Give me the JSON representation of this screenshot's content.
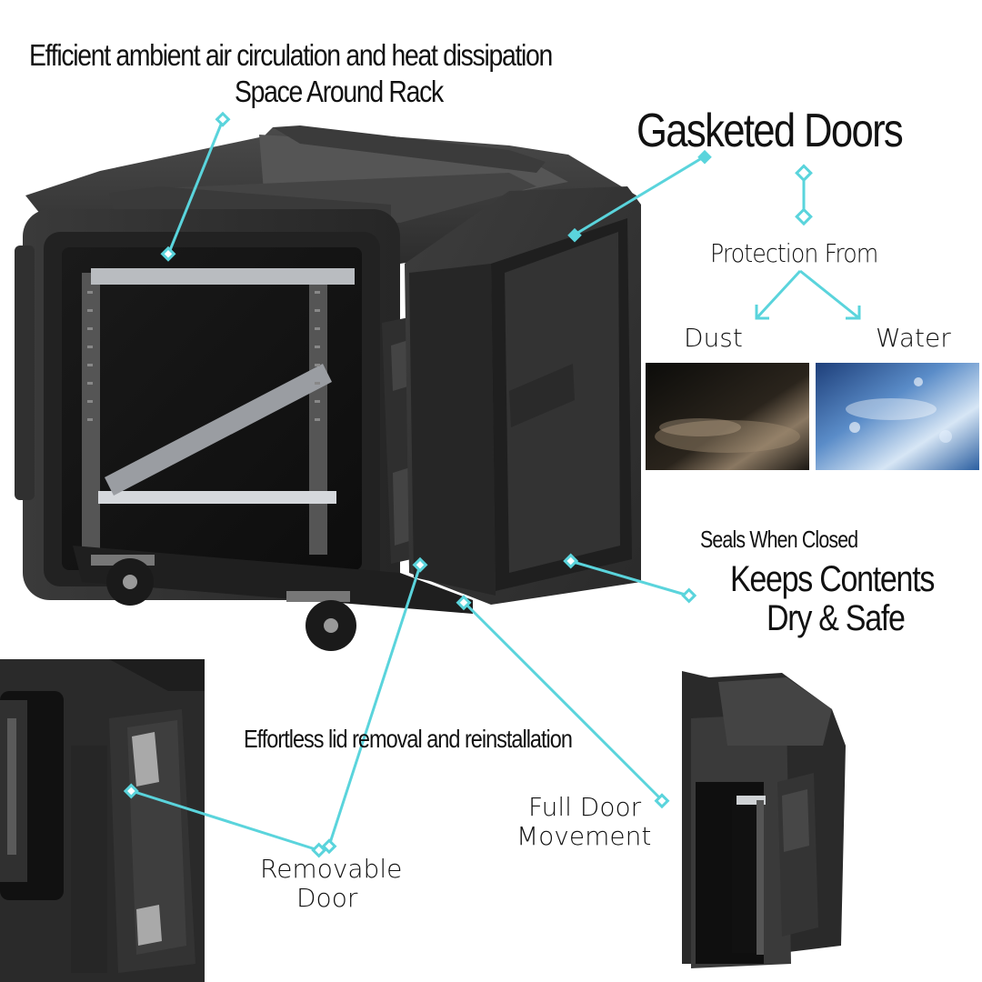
{
  "headline_top": {
    "line1": "Efficient ambient air circulation and heat dissipation",
    "line2": "Space Around Rack"
  },
  "gasket": {
    "title": "Gasketed Doors",
    "protection_label": "Protection From",
    "dust_label": "Dust",
    "water_label": "Water"
  },
  "seal": {
    "small": "Seals When Closed",
    "big_line1": "Keeps Contents",
    "big_line2": "Dry & Safe"
  },
  "lid": {
    "caption": "Effortless lid removal and reinstallation"
  },
  "door": {
    "removable_line1": "Removable",
    "removable_line2": "Door",
    "movement_line1": "Full Door",
    "movement_line2": "Movement"
  },
  "colors": {
    "callout": "#5ad4dc",
    "case_dark": "#2b2b2b",
    "case_mid": "#3c3c3c",
    "background": "#ffffff"
  }
}
